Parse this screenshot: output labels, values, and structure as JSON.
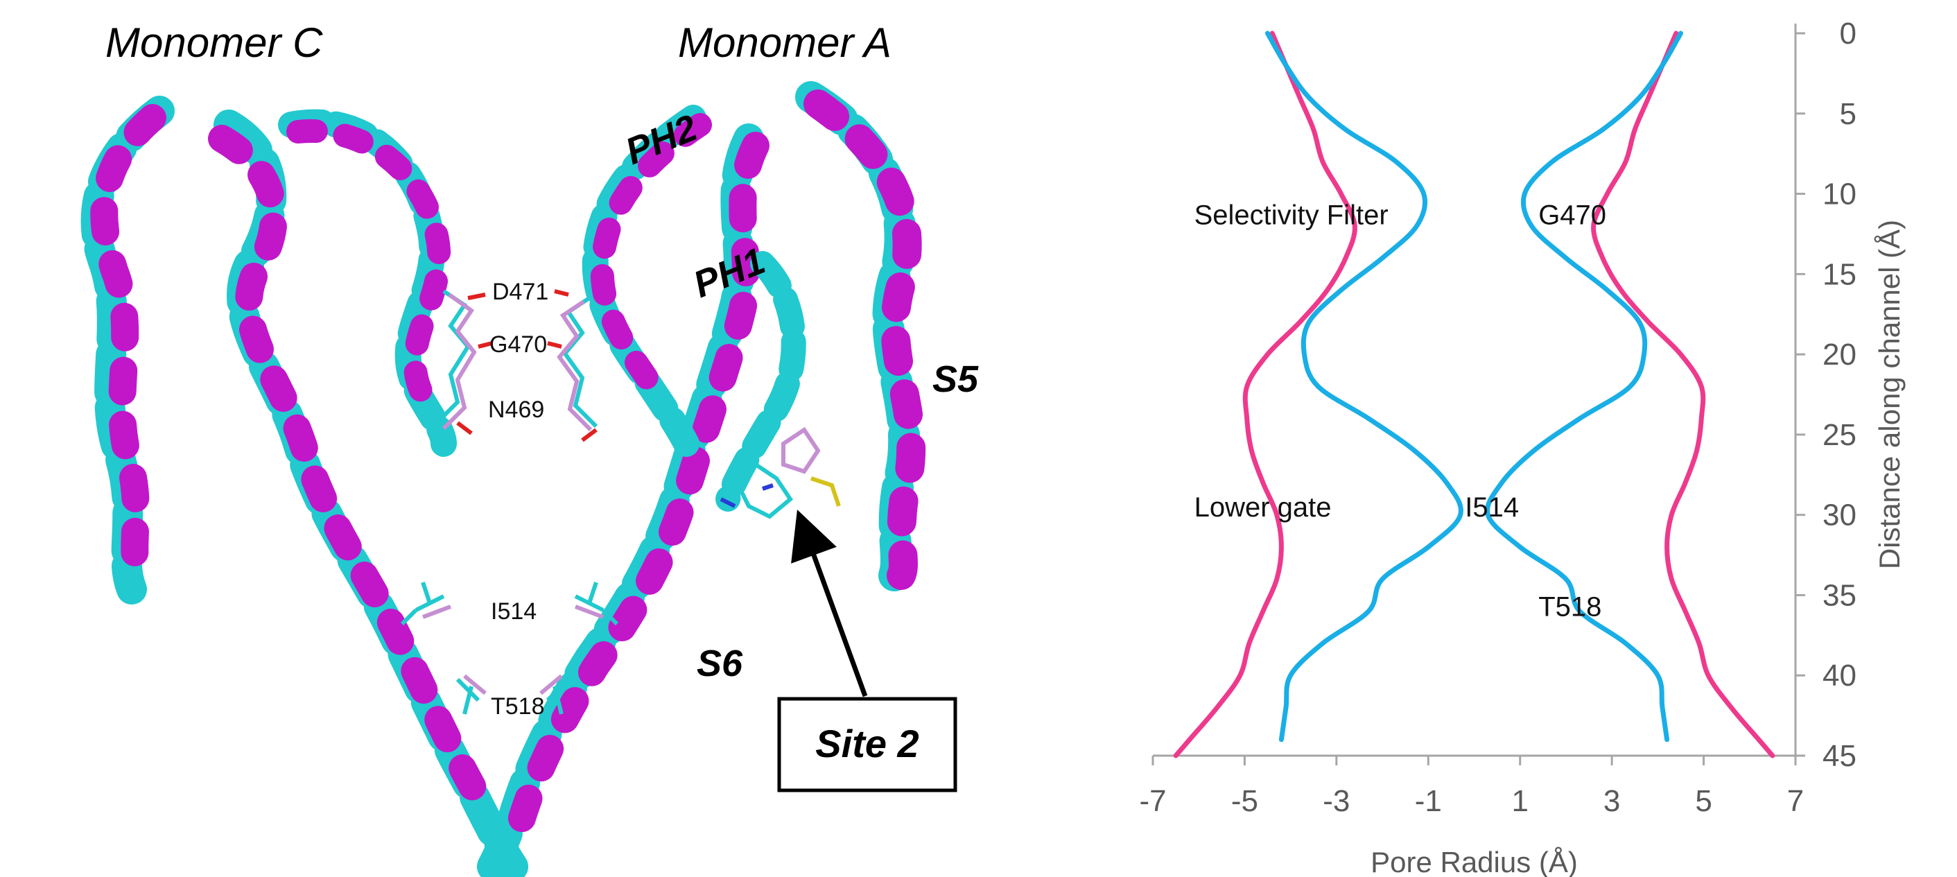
{
  "panel_left": {
    "labels": {
      "monomer_c": "Monomer C",
      "monomer_a": "Monomer A",
      "ph2": "PH2",
      "ph1": "PH1",
      "s5": "S5",
      "s6": "S6",
      "site2": "Site 2"
    },
    "residues": [
      "D471",
      "G470",
      "N469",
      "I514",
      "T518"
    ],
    "colors": {
      "structure_1": "#c117c9",
      "structure_2": "#22c9cf"
    }
  },
  "chart_data": {
    "type": "line",
    "xlabel": "Pore Radius (Å)",
    "ylabel": "Distance along channel (Å)",
    "xlim": [
      -7,
      7
    ],
    "ylim": [
      0,
      45
    ],
    "y_inverted": true,
    "y_axis_position": "right",
    "x_ticks": [
      "-7",
      "-5",
      "-3",
      "-1",
      "1",
      "3",
      "5",
      "7"
    ],
    "y_ticks": [
      "0",
      "5",
      "10",
      "15",
      "20",
      "25",
      "30",
      "35",
      "40",
      "45"
    ],
    "annotations": [
      {
        "text": "Selectivity Filter",
        "x": -6.1,
        "y": 11.3
      },
      {
        "text": "G470",
        "x": 1.4,
        "y": 11.3
      },
      {
        "text": "Lower gate",
        "x": -6.1,
        "y": 29.5
      },
      {
        "text": "I514",
        "x": -0.2,
        "y": 29.5
      },
      {
        "text": "T518",
        "x": 1.4,
        "y": 35.7
      }
    ],
    "series": [
      {
        "color": "#ee3a8c",
        "y": [
          0,
          2,
          4,
          6,
          8,
          10,
          12,
          14,
          16,
          18,
          20,
          22,
          24,
          26,
          28,
          30,
          32,
          34,
          36,
          38,
          40,
          42,
          44,
          45
        ],
        "x": [
          4.4,
          4.1,
          3.8,
          3.5,
          3.3,
          2.9,
          2.6,
          2.8,
          3.2,
          3.8,
          4.5,
          4.95,
          4.95,
          4.85,
          4.6,
          4.3,
          4.2,
          4.3,
          4.6,
          4.9,
          5.1,
          5.6,
          6.2,
          6.5
        ]
      },
      {
        "color": "#1aaee6",
        "y": [
          0,
          2,
          4,
          6,
          8,
          10,
          12,
          14,
          16,
          18,
          20,
          22,
          24,
          26,
          28,
          30,
          32,
          34,
          36,
          38,
          40,
          42,
          44
        ],
        "x": [
          4.5,
          4.1,
          3.6,
          2.8,
          1.7,
          1.1,
          1.25,
          2.0,
          2.9,
          3.6,
          3.7,
          3.4,
          2.3,
          1.3,
          0.6,
          0.3,
          1.0,
          2.0,
          2.3,
          3.3,
          4.0,
          4.1,
          4.2
        ]
      }
    ]
  }
}
